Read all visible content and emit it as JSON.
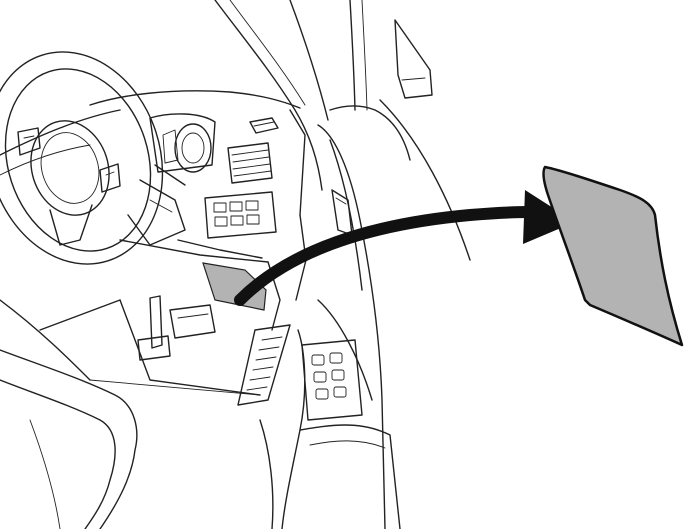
{
  "figure": {
    "kind": "instruction-illustration",
    "colors": {
      "line": "#222222",
      "highlight_fill": "#b3b3b3",
      "arrow": "#111111",
      "background": "#ffffff"
    },
    "icons": {
      "highlighted_area": "panel-location-marker",
      "callout_arrow": "curved-arrow-icon",
      "detail_panel": "cover-panel-detail"
    }
  }
}
